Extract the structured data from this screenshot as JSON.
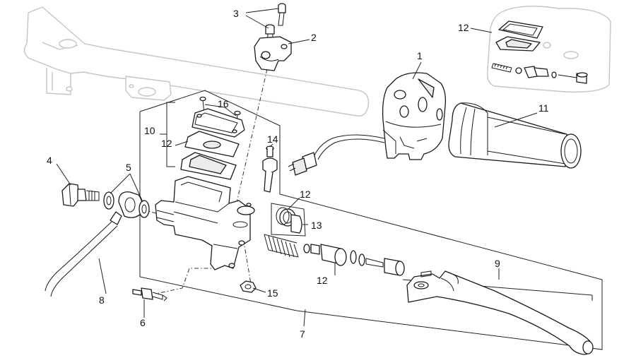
{
  "callouts": {
    "c1": "1",
    "c2": "2",
    "c3": "3",
    "c4": "4",
    "c5": "5",
    "c6": "6",
    "c7": "7",
    "c8": "8",
    "c9": "9",
    "c10": "10",
    "c11": "11",
    "c12a": "12",
    "c12b": "12",
    "c12c": "12",
    "c12d": "12",
    "c13": "13",
    "c14": "14",
    "c15": "15",
    "c16": "16"
  },
  "colors": {
    "line": "#1a1a1a",
    "ghost": "#c4c4c4",
    "background": "#ffffff"
  }
}
